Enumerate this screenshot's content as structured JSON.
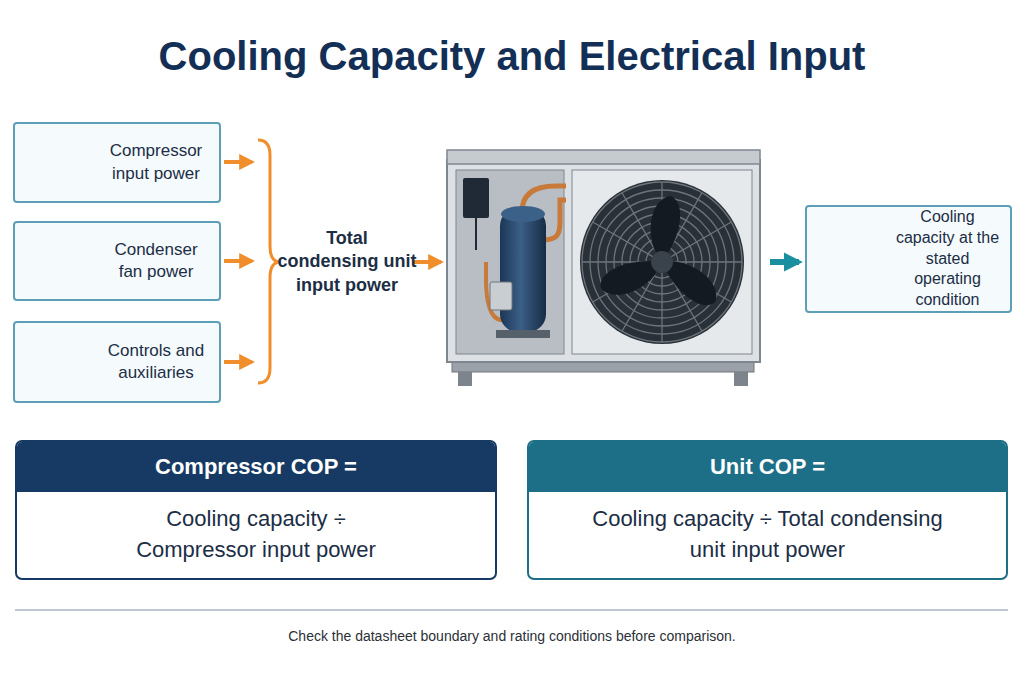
{
  "diagram": {
    "title": "Cooling Capacity and Electrical Input",
    "caption": "Check the datasheet boundary and rating conditions before comparison.",
    "nodes": [
      {
        "text": [
          "Compressor input power"
        ]
      },
      {
        "text": [
          "Condenser fan power"
        ]
      },
      {
        "text": [
          "Controls and auxiliaries"
        ]
      },
      {
        "text": [
          "Cooling capacity at the stated operating condition"
        ]
      },
      {
        "text": [
          "Compressor COP =",
          "Cooling capacity ÷ Compressor input power"
        ]
      },
      {
        "text": [
          "Unit COP =",
          "Cooling capacity ÷ Total condensing unit input power"
        ]
      }
    ],
    "labels": [
      "Total condensing unit input power"
    ]
  }
}
